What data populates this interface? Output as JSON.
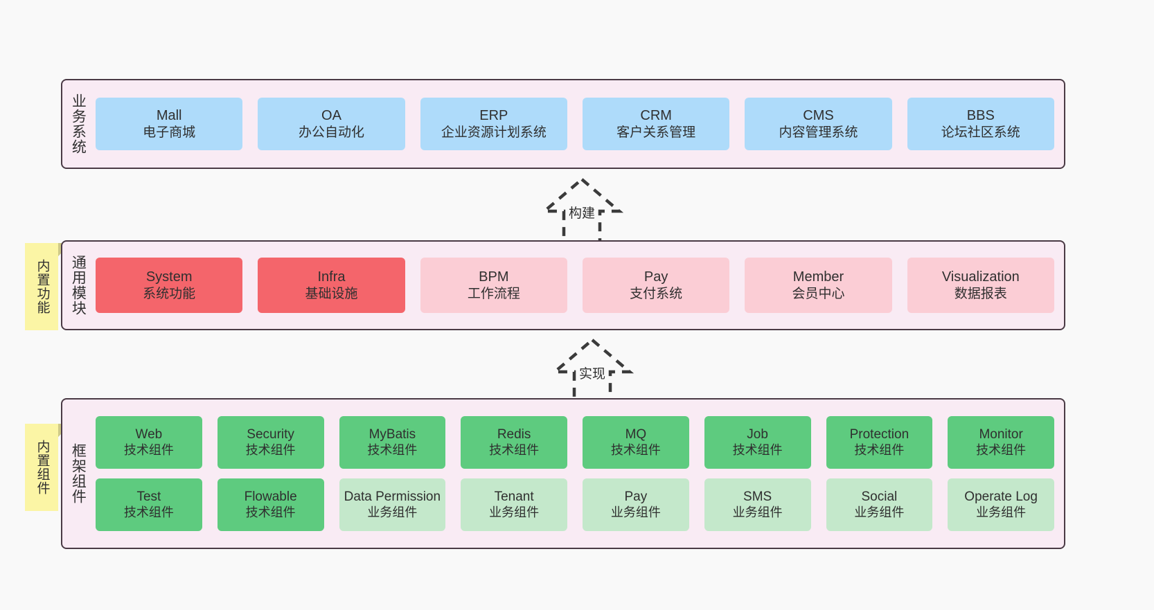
{
  "diagram": {
    "background": "#f9f9f9",
    "layer_bg": "#f9ebf4",
    "layer_border": "#4a3a45"
  },
  "layers": [
    {
      "key": "business",
      "title": "业务系统",
      "accent": "#aedbfa",
      "items": [
        {
          "name": "Mall",
          "sub": "电子商城"
        },
        {
          "name": "OA",
          "sub": "办公自动化"
        },
        {
          "name": "ERP",
          "sub": "企业资源计划系统"
        },
        {
          "name": "CRM",
          "sub": "客户关系管理"
        },
        {
          "name": "CMS",
          "sub": "内容管理系统"
        },
        {
          "name": "BBS",
          "sub": "论坛社区系统"
        }
      ]
    },
    {
      "key": "modules",
      "title": "通用模块",
      "sticky": "内置功能",
      "accent_strong": "#f4656b",
      "accent_light": "#fbcdd5",
      "items": [
        {
          "name": "System",
          "sub": "系统功能",
          "tone": "strong"
        },
        {
          "name": "Infra",
          "sub": "基础设施",
          "tone": "strong"
        },
        {
          "name": "BPM",
          "sub": "工作流程",
          "tone": "light"
        },
        {
          "name": "Pay",
          "sub": "支付系统",
          "tone": "light"
        },
        {
          "name": "Member",
          "sub": "会员中心",
          "tone": "light"
        },
        {
          "name": "Visualization",
          "sub": "数据报表",
          "tone": "light"
        }
      ]
    },
    {
      "key": "framework",
      "title": "框架组件",
      "sticky": "内置组件",
      "accent_strong": "#5ecb7f",
      "accent_light": "#c4e8cb",
      "row1": [
        {
          "name": "Web",
          "sub": "技术组件",
          "tone": "strong"
        },
        {
          "name": "Security",
          "sub": "技术组件",
          "tone": "strong"
        },
        {
          "name": "MyBatis",
          "sub": "技术组件",
          "tone": "strong"
        },
        {
          "name": "Redis",
          "sub": "技术组件",
          "tone": "strong"
        },
        {
          "name": "MQ",
          "sub": "技术组件",
          "tone": "strong"
        },
        {
          "name": "Job",
          "sub": "技术组件",
          "tone": "strong"
        },
        {
          "name": "Protection",
          "sub": "技术组件",
          "tone": "strong"
        },
        {
          "name": "Monitor",
          "sub": "技术组件",
          "tone": "strong"
        }
      ],
      "row2": [
        {
          "name": "Test",
          "sub": "技术组件",
          "tone": "strong"
        },
        {
          "name": "Flowable",
          "sub": "技术组件",
          "tone": "strong"
        },
        {
          "name": "Data Permission",
          "sub": "业务组件",
          "tone": "light"
        },
        {
          "name": "Tenant",
          "sub": "业务组件",
          "tone": "light"
        },
        {
          "name": "Pay",
          "sub": "业务组件",
          "tone": "light"
        },
        {
          "name": "SMS",
          "sub": "业务组件",
          "tone": "light"
        },
        {
          "name": "Social",
          "sub": "业务组件",
          "tone": "light"
        },
        {
          "name": "Operate Log",
          "sub": "业务组件",
          "tone": "light"
        }
      ]
    }
  ],
  "connectors": [
    {
      "key": "build",
      "label": "构建"
    },
    {
      "key": "impl",
      "label": "实现"
    }
  ]
}
